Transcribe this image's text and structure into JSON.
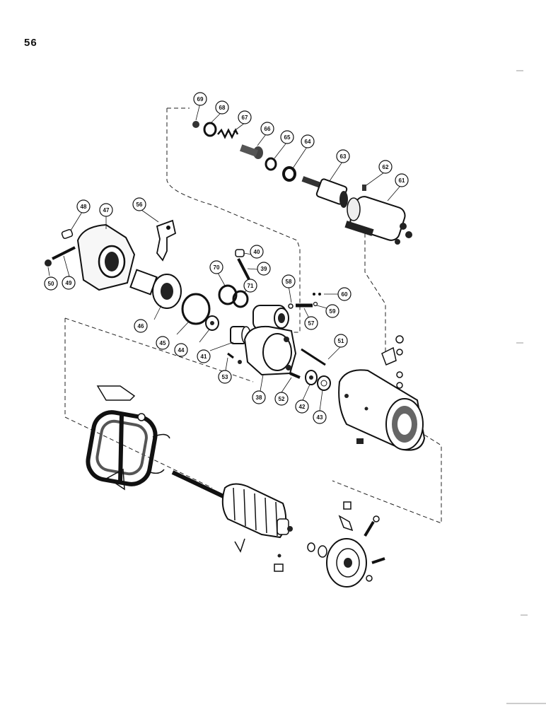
{
  "page_number": "56",
  "callouts": [
    {
      "id": "c69",
      "label": "69",
      "part": "part-69"
    },
    {
      "id": "c68",
      "label": "68",
      "part": "part-68"
    },
    {
      "id": "c67",
      "label": "67",
      "part": "part-67"
    },
    {
      "id": "c66",
      "label": "66",
      "part": "part-66"
    },
    {
      "id": "c65",
      "label": "65",
      "part": "part-65"
    },
    {
      "id": "c64",
      "label": "64",
      "part": "part-64"
    },
    {
      "id": "c63",
      "label": "63",
      "part": "part-63"
    },
    {
      "id": "c62",
      "label": "62",
      "part": "part-62"
    },
    {
      "id": "c61",
      "label": "61",
      "part": "part-61"
    },
    {
      "id": "c48",
      "label": "48",
      "part": "part-48"
    },
    {
      "id": "c47",
      "label": "47",
      "part": "part-47"
    },
    {
      "id": "c56",
      "label": "56",
      "part": "part-56"
    },
    {
      "id": "c40",
      "label": "40",
      "part": "part-40"
    },
    {
      "id": "c70",
      "label": "70",
      "part": "part-70"
    },
    {
      "id": "c39",
      "label": "39",
      "part": "part-39"
    },
    {
      "id": "c71",
      "label": "71",
      "part": "part-71"
    },
    {
      "id": "c58",
      "label": "58",
      "part": "part-58"
    },
    {
      "id": "c60",
      "label": "60",
      "part": "part-60"
    },
    {
      "id": "c59",
      "label": "59",
      "part": "part-59"
    },
    {
      "id": "c57",
      "label": "57",
      "part": "part-57"
    },
    {
      "id": "c50",
      "label": "50",
      "part": "part-50"
    },
    {
      "id": "c49",
      "label": "49",
      "part": "part-49"
    },
    {
      "id": "c46",
      "label": "46",
      "part": "part-46"
    },
    {
      "id": "c45",
      "label": "45",
      "part": "part-45"
    },
    {
      "id": "c44",
      "label": "44",
      "part": "part-44"
    },
    {
      "id": "c41",
      "label": "41",
      "part": "part-41"
    },
    {
      "id": "c53",
      "label": "53",
      "part": "part-53"
    },
    {
      "id": "c38",
      "label": "38",
      "part": "part-38"
    },
    {
      "id": "c52",
      "label": "52",
      "part": "part-52"
    },
    {
      "id": "c42",
      "label": "42",
      "part": "part-42"
    },
    {
      "id": "c43",
      "label": "43",
      "part": "part-43"
    },
    {
      "id": "c51",
      "label": "51",
      "part": "part-51"
    }
  ]
}
